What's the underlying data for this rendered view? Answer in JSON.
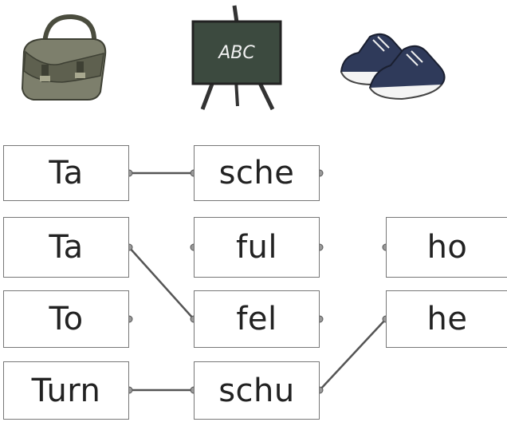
{
  "pictures": [
    {
      "name": "school-bag",
      "icon": "school-bag-icon"
    },
    {
      "name": "chalkboard",
      "icon": "chalkboard-easel-icon",
      "text": "ABC"
    },
    {
      "name": "sneakers",
      "icon": "sneakers-icon"
    }
  ],
  "columns": {
    "left": [
      "Ta",
      "Ta",
      "To",
      "Turn"
    ],
    "middle": [
      "sche",
      "ful",
      "fel",
      "schu"
    ],
    "right": [
      "ho",
      "he"
    ]
  },
  "connections": [
    {
      "from": "left.0",
      "to": "middle.0"
    },
    {
      "from": "left.1",
      "to": "middle.2"
    },
    {
      "from": "left.3",
      "to": "middle.3"
    },
    {
      "from": "middle.3",
      "to": "right.1"
    }
  ],
  "colors": {
    "line": "#555555",
    "dot": "#999999",
    "border": "#777777",
    "board": "#3c4a3f",
    "bag": "#7d7f6c",
    "shoe": "#2f3a5a"
  }
}
